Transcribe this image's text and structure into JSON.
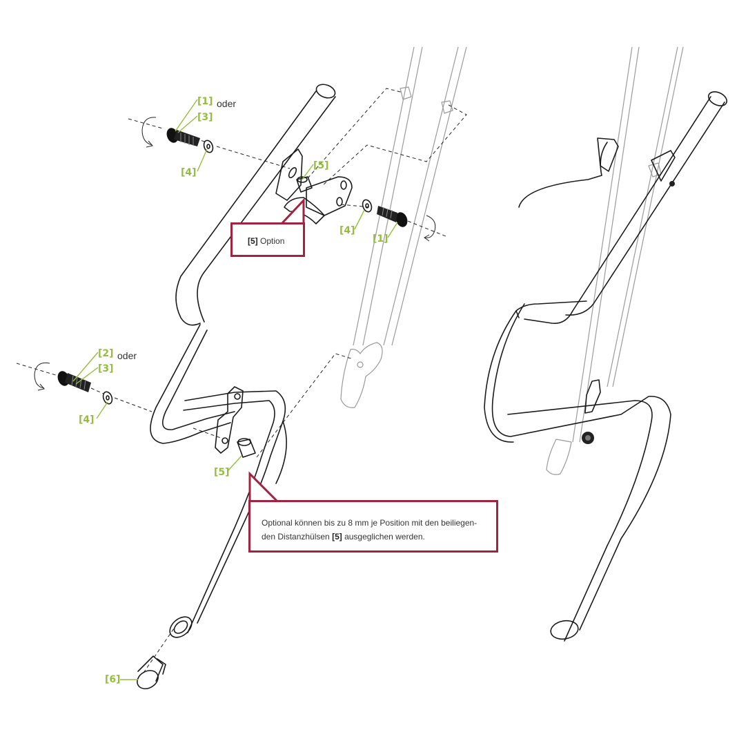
{
  "labels": {
    "screw_1_top": "[1]",
    "screw_3_top": "[3]",
    "oder_top": "oder",
    "washer_4_top": "[4]",
    "spacer_5_top": "[5]",
    "washer_4_right": "[4]",
    "screw_1_right": "[1]",
    "screw_2_mid": "[2]",
    "screw_3_mid": "[3]",
    "oder_mid": "oder",
    "washer_4_mid": "[4]",
    "spacer_5_mid": "[5]",
    "cap_6": "[6]"
  },
  "callout_option": {
    "ref": "[5]",
    "text": " Option"
  },
  "callout_note": {
    "line1": "Optional können bis zu 8 mm je Position mit den beiliegen-",
    "line2_pre": "den Distanzhülsen ",
    "line2_ref": "[5]",
    "line2_post": " ausgeglichen werden."
  },
  "colors": {
    "label_green": "#93bf3c",
    "callout_border": "#a3223f",
    "line_dark": "#1a1a1a",
    "line_ghost": "#9a9a9a"
  }
}
